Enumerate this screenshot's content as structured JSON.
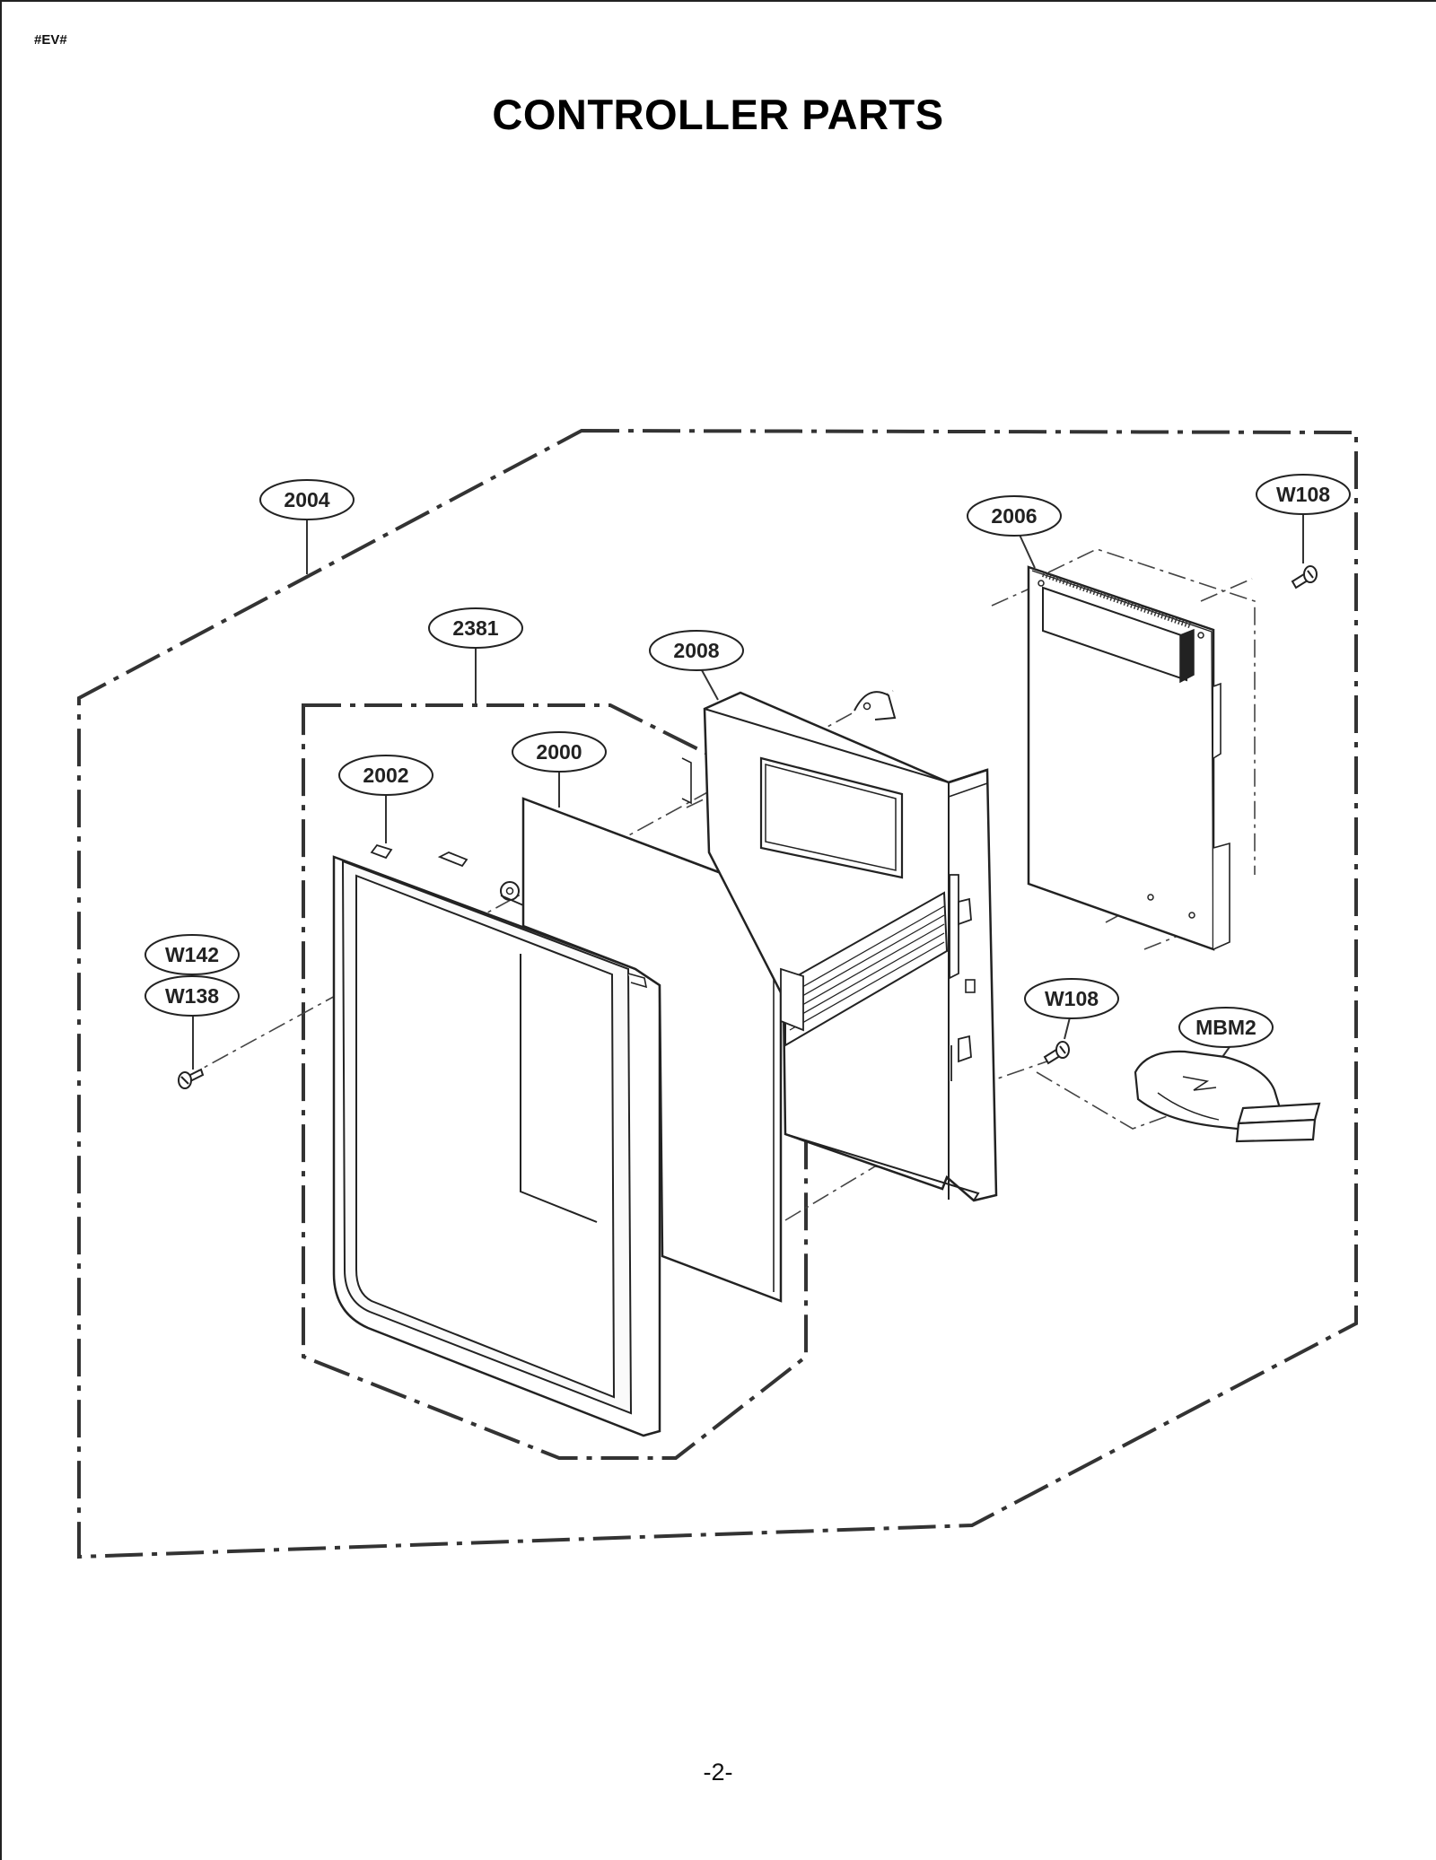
{
  "header": {
    "doc_code": "#EV#",
    "title": "CONTROLLER PARTS"
  },
  "footer": {
    "page_number": "-2-"
  },
  "callouts": {
    "c2004": "2004",
    "c2381": "2381",
    "c2008": "2008",
    "c2000": "2000",
    "c2002": "2002",
    "c2006": "2006",
    "w108_top": "W108",
    "w108_mid": "W108",
    "w142": "W142",
    "w138": "W138",
    "mbm2": "MBM2"
  }
}
